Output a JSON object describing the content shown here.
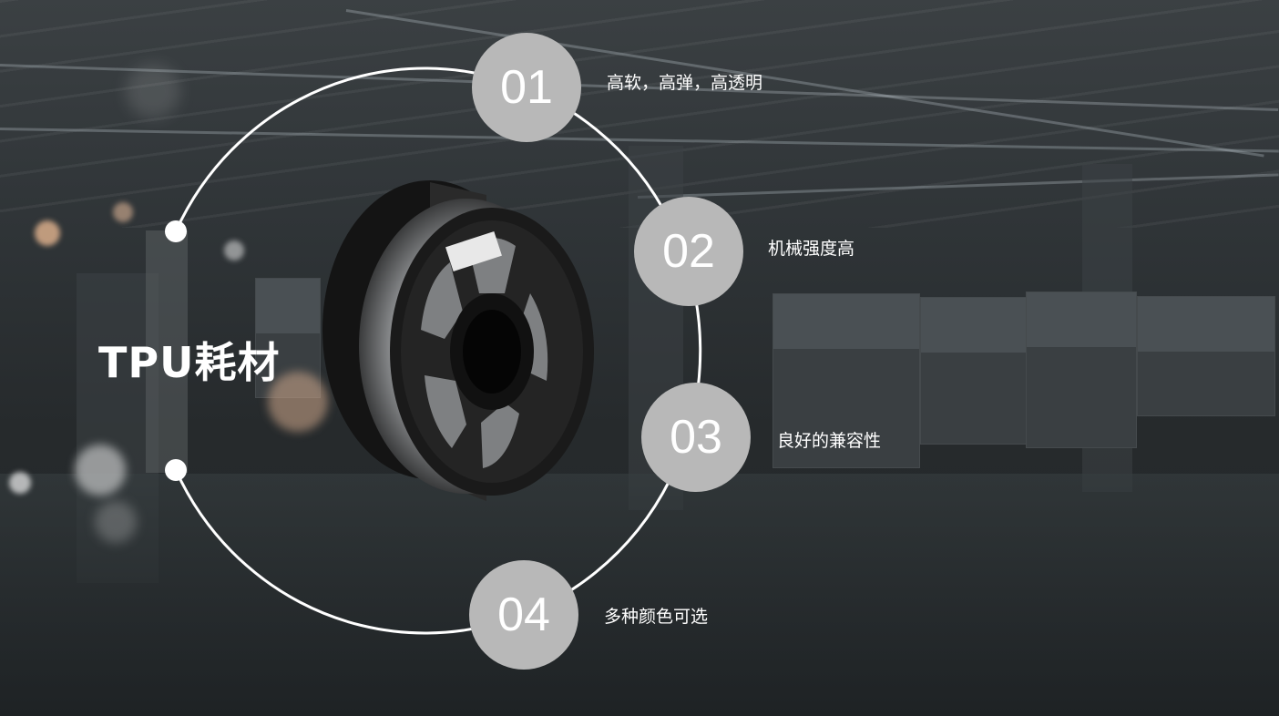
{
  "slide": {
    "title": "TPU耗材",
    "colors": {
      "badge": "#b8b8b8",
      "ring": "#ffffff",
      "text": "#ffffff",
      "background": "#2f3336",
      "spool": "#1a1a1a",
      "filament": "#8a8c8e"
    },
    "product_image": "black 3D printer filament spool",
    "features": [
      {
        "number": "01",
        "text": "高软，高弹，高透明"
      },
      {
        "number": "02",
        "text": "机械强度高"
      },
      {
        "number": "03",
        "text": "良好的兼容性"
      },
      {
        "number": "04",
        "text": "多种颜色可选"
      }
    ]
  }
}
